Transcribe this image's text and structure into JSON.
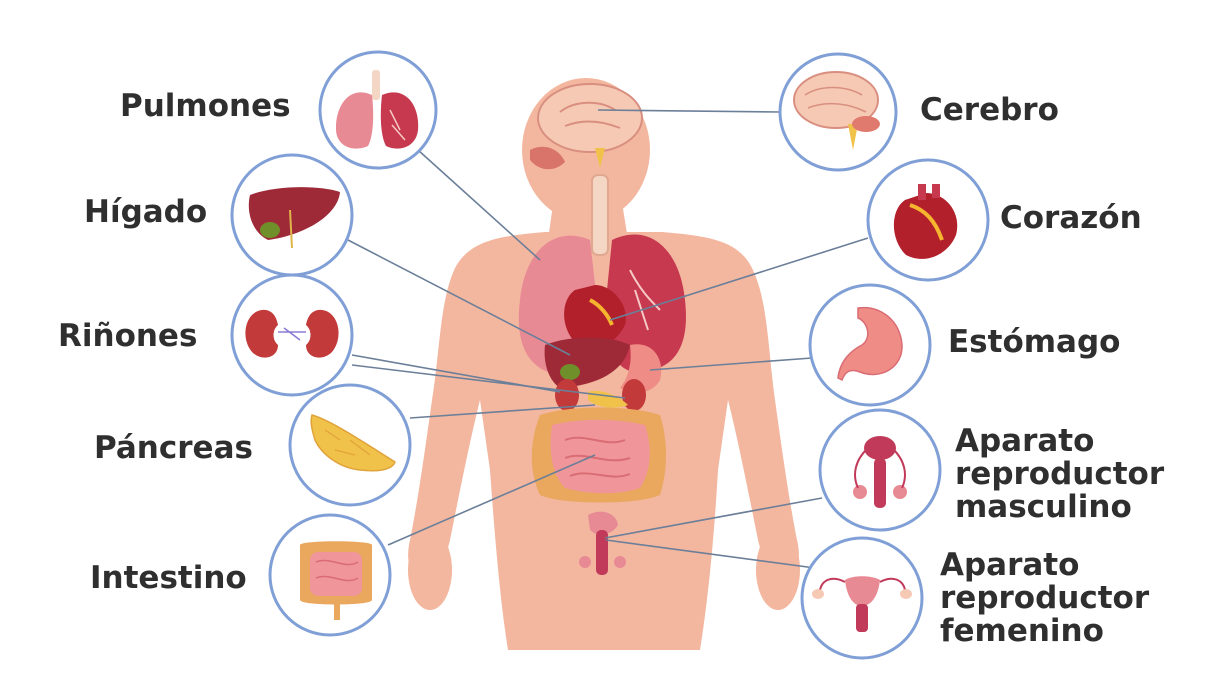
{
  "organs": {
    "pulmones": "Pulmones",
    "higado": "Hígado",
    "rinones": "Riñones",
    "pancreas": "Páncreas",
    "intestino": "Intestino",
    "cerebro": "Cerebro",
    "corazon": "Corazón",
    "estomago": "Estómago",
    "masculino": [
      "Aparato",
      "reproductor",
      "masculino"
    ],
    "femenino": [
      "Aparato",
      "reproductor",
      "femenino"
    ]
  },
  "colors": {
    "skin": "#f3b7a0",
    "skin_dark": "#e79d86",
    "circle_border": "#7f9fd6",
    "leader_line": "#6b7f99",
    "label_text": "#2f2f2f"
  }
}
